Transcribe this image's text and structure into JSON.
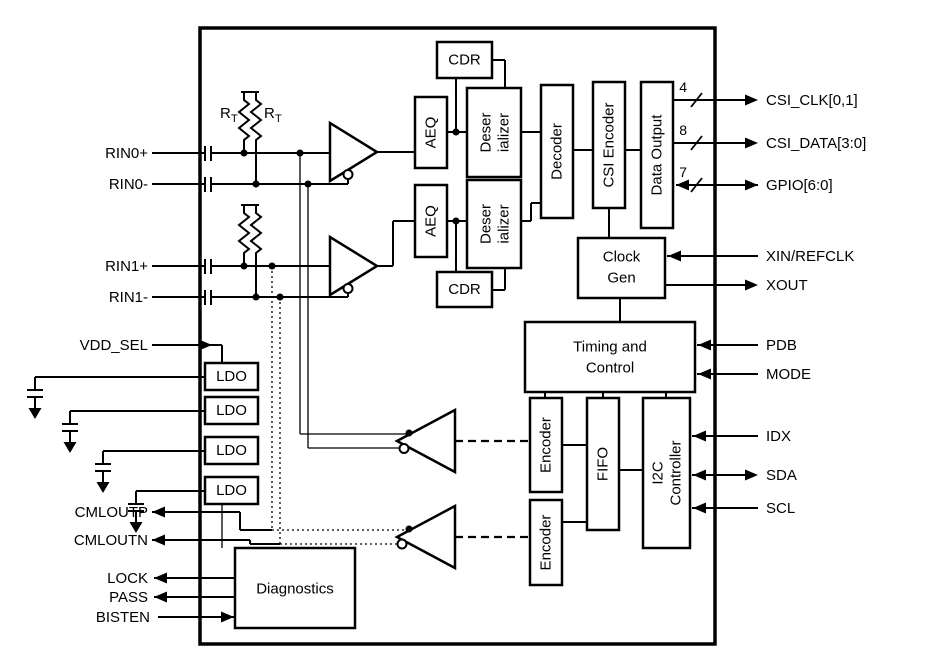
{
  "diagram": {
    "pins": {
      "left": {
        "rin0p": "RIN0+",
        "rin0n": "RIN0-",
        "rin1p": "RIN1+",
        "rin1n": "RIN1-",
        "vdd_sel": "VDD_SEL",
        "cmloutp": "CMLOUTP",
        "cmloutn": "CMLOUTN",
        "lock": "LOCK",
        "pass": "PASS",
        "bisten": "BISTEN"
      },
      "right": {
        "csi_clk": "CSI_CLK[0,1]",
        "csi_clk_width": "4",
        "csi_data": "CSI_DATA[3:0]",
        "csi_data_width": "8",
        "gpio": "GPIO[6:0]",
        "gpio_width": "7",
        "xin": "XIN/REFCLK",
        "xout": "XOUT",
        "pdb": "PDB",
        "mode": "MODE",
        "idx": "IDX",
        "sda": "SDA",
        "scl": "SCL"
      }
    },
    "blocks": {
      "cdr": "CDR",
      "aeq": "AEQ",
      "deser_line1": "Deser",
      "deser_line2": "ializer",
      "decoder": "Decoder",
      "csi_encoder": "CSI Encoder",
      "data_output": "Data Output",
      "clock_line1": "Clock",
      "clock_line2": "Gen",
      "timing_line1": "Timing and",
      "timing_line2": "Control",
      "encoder": "Encoder",
      "fifo": "FIFO",
      "i2c_line1": "I2C",
      "i2c_line2": "Controller",
      "ldo": "LDO",
      "diagnostics": "Diagnostics"
    },
    "labels": {
      "rt_r": "R",
      "rt_t": "T"
    }
  }
}
